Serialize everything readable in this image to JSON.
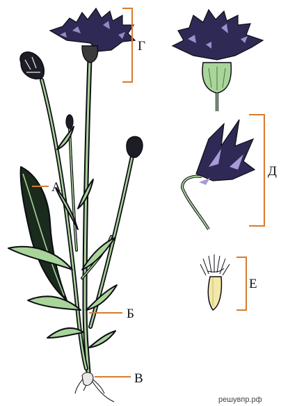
{
  "labels": {
    "A": "А",
    "B": "Б",
    "V": "В",
    "G": "Г",
    "D": "Д",
    "E": "Е"
  },
  "watermark": "решувпр.рф",
  "colors": {
    "ink": "#0d0d14",
    "stem": "#a9d49a",
    "stem_dark": "#4c7a3e",
    "flower": "#2e2a55",
    "floret_light": "#a99ad8",
    "bracket": "#d77b2f",
    "seed": "#f2e8a8",
    "root": "#e9e9e9"
  }
}
